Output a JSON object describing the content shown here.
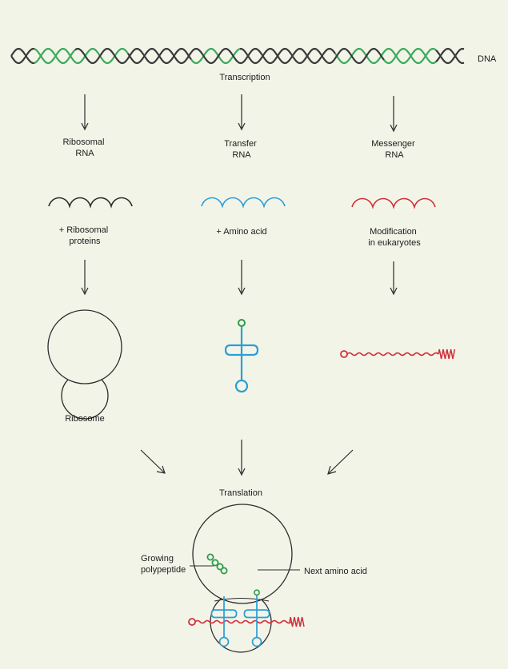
{
  "labels": {
    "dna": "DNA",
    "transcription": "Transcription",
    "ribosomal_rna": [
      "Ribosomal",
      "RNA"
    ],
    "transfer_rna": [
      "Transfer",
      "RNA"
    ],
    "messenger_rna": [
      "Messenger",
      "RNA"
    ],
    "ribosomal_proteins": [
      "+ Ribosomal",
      "proteins"
    ],
    "amino_acid": "+ Amino acid",
    "modification": [
      "Modification",
      "in eukaryotes"
    ],
    "ribosome": "Ribosome",
    "translation": "Translation",
    "growing_polypeptide": [
      "Growing",
      "polypeptide"
    ],
    "next_amino_acid": "Next amino acid"
  },
  "colors": {
    "dna_strand_dark": "#3a3a3a",
    "dna_strand_green": "#3aaa5c",
    "ribosomal_rna": "#2b2b2b",
    "transfer_rna": "#2a9fd6",
    "messenger_rna": "#d0303a",
    "amino_acid": "#2e9a4a",
    "outline": "#2b2b2b"
  }
}
